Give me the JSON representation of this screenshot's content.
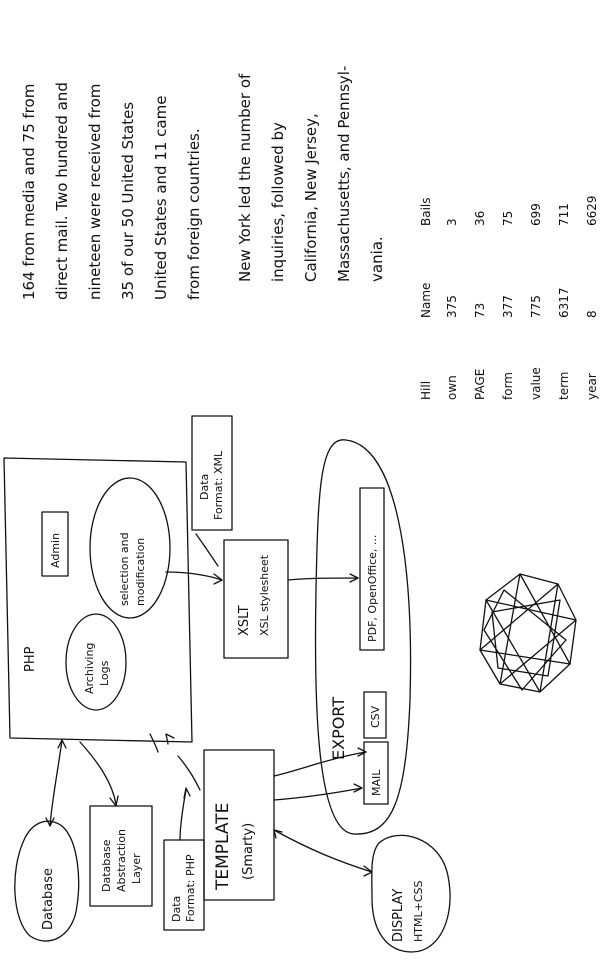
{
  "diagram": {
    "boxes": {
      "php": "PHP",
      "admin": "Admin",
      "selection": [
        "selection and",
        "modification"
      ],
      "archiving": [
        "Archiving",
        "Logs"
      ],
      "database": "Database",
      "dal": [
        "Database",
        "Abstraction",
        "Layer"
      ],
      "data_format_php": [
        "Data",
        "Format: PHP"
      ],
      "data_format_xml": [
        "Data",
        "Format: XML"
      ],
      "xslt": [
        "XSLT",
        "XSL stylesheet"
      ],
      "template": [
        "TEMPLATE",
        "(Smarty)"
      ],
      "export": "EXPORT",
      "pdf": "PDF, OpenOffice, ...",
      "csv": "CSV",
      "mail": "MAIL",
      "display": [
        "DISPLAY",
        "HTML+CSS"
      ]
    },
    "notes": {
      "paragraph1": [
        "164 from media and 75 from",
        "direct mail. Two hundred and",
        "nineteen were received from",
        "35 of our 50 United States",
        "United States and 11 came",
        "from foreign countries."
      ],
      "paragraph2": [
        "New York led the number of",
        "inquiries, followed by",
        "California, New Jersey,",
        "Massachusetts, and Pennsyl-",
        "vania."
      ]
    },
    "table": {
      "headers": [
        "Hill",
        "Name",
        "Bails"
      ],
      "rows": [
        [
          "own",
          "375",
          "3"
        ],
        [
          "PAGE",
          "73",
          "36"
        ],
        [
          "form",
          "377",
          "75"
        ],
        [
          "value",
          "775",
          "699"
        ],
        [
          "term",
          "6317",
          "711"
        ],
        [
          "year",
          "8",
          "6629"
        ]
      ]
    }
  }
}
